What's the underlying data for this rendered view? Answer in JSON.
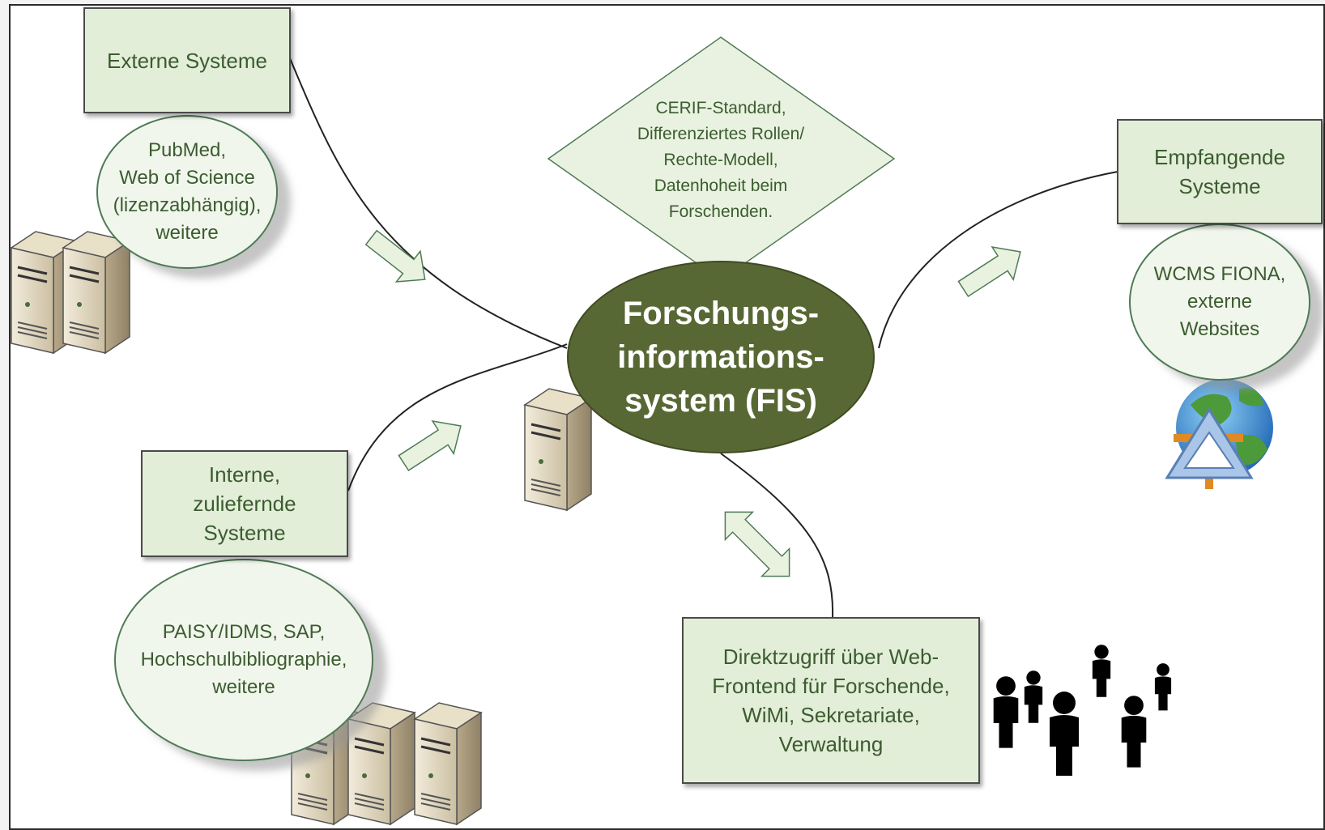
{
  "center": {
    "label": "Forschungs-\ninformations-\nsystem (FIS)"
  },
  "diamond": {
    "label": "CERIF-Standard,\nDifferenziertes Rollen/\nRechte-Modell,\nDatenhoheit beim\nForschenden."
  },
  "external": {
    "box_label": "Externe Systeme",
    "bubble_label": "PubMed,\nWeb of Science\n(lizenzabhängig),\nweitere"
  },
  "internal": {
    "box_label": "Interne,\nzuliefernde\nSysteme",
    "bubble_label": "PAISY/IDMS, SAP,\nHochschulbibliographie,\nweitere"
  },
  "receiving": {
    "box_label": "Empfangende\nSysteme",
    "bubble_label": "WCMS FIONA,\nexterne\nWebsites"
  },
  "direct_access": {
    "box_label": "Direktzugriff über Web-\nFrontend für Forschende,\nWiMi, Sekretariate,\nVerwaltung"
  },
  "icons": {
    "servers": "server-tower-icon",
    "globe": "globe-icon",
    "people": "people-group-icon",
    "arrows": "block-arrow-icon"
  },
  "colors": {
    "box_fill": "#e3eed9",
    "text": "#3b5c2f",
    "center_fill": "#586834",
    "arrow_fill": "#e8f2df"
  }
}
